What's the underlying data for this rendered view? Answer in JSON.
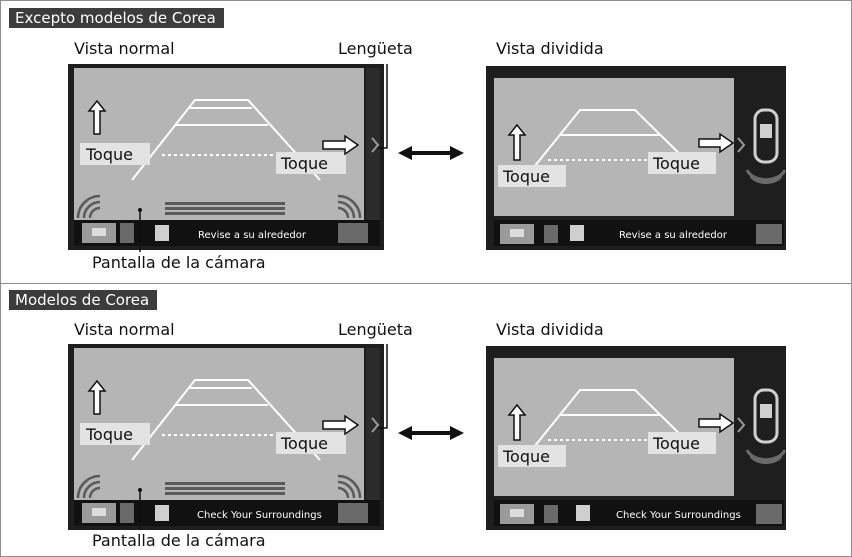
{
  "sections": [
    {
      "header": "Excepto modelos de Corea",
      "normal_view_label": "Vista normal",
      "split_view_label": "Vista dividida",
      "tab_label": "Lengüeta",
      "camera_screen_label": "Pantalla de la cámara",
      "touch_label": "Toque",
      "status_message": "Revise a su alrededor"
    },
    {
      "header": "Modelos de Corea",
      "normal_view_label": "Vista normal",
      "split_view_label": "Vista dividida",
      "tab_label": "Lengüeta",
      "camera_screen_label": "Pantalla de la cámara",
      "touch_label": "Toque",
      "status_message": "Check Your Surroundings"
    }
  ],
  "colors": {
    "screen_bg": "#b5b5b5",
    "bezel": "#1e1e1e",
    "guide_line": "#ffffff",
    "header_bg": "#3c3c3c"
  },
  "icons": [
    "up-arrow-icon",
    "right-arrow-icon",
    "double-arrow-icon",
    "sensor-arc-icon",
    "camera-mode-icon",
    "car-top-view-icon"
  ]
}
